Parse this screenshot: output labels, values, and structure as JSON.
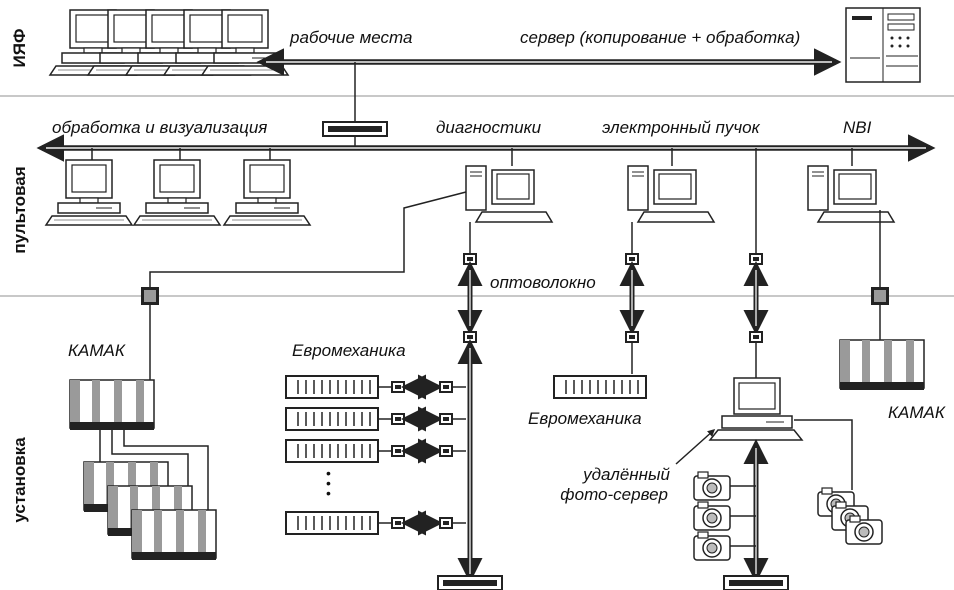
{
  "zones": {
    "iyaf": "ИЯФ",
    "control_room": "пультовая",
    "installation": "установка"
  },
  "labels": {
    "workstations": "рабочие места",
    "server": "сервер (копирование + обработка)",
    "processing": "обработка и визуализация",
    "diagnostics": "диагностики",
    "electron_beam": "электронный пучок",
    "nbi": "NBI",
    "fiber": "оптоволокно",
    "camac_left": "КАМАК",
    "euromech_left": "Евромеханика",
    "euromech_mid": "Евромеханика",
    "camac_right": "КАМАК",
    "photo_server_1": "удалённый",
    "photo_server_2": "фото-сервер",
    "dots": "•\n•\n•"
  },
  "colors": {
    "bus_outline": "#222222",
    "bus_inner": "#bdbdbd",
    "separator": "#c8c8c8",
    "device_gray": "#9a9a9a"
  },
  "icons": {
    "workstation": "desktop-computer-icon",
    "server": "server-tower-icon",
    "switch": "network-switch-icon",
    "converter": "fiber-converter-icon",
    "crate": "crate-icon",
    "camera": "camera-icon"
  }
}
